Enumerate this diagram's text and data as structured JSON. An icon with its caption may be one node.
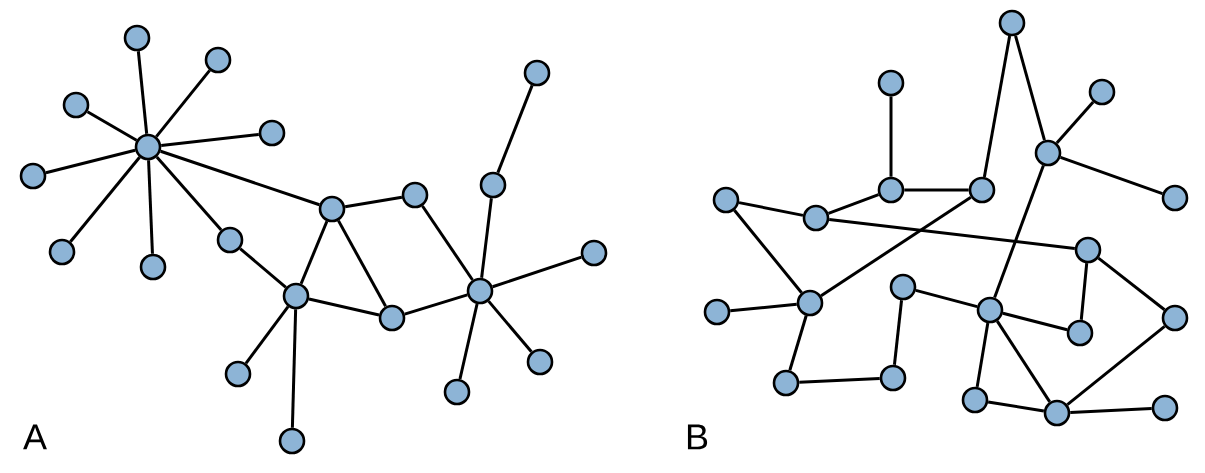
{
  "diagram": {
    "nodes": [
      {
        "text": [],
        "shape": "circle"
      },
      {
        "text": [],
        "shape": "circle"
      },
      {
        "text": [],
        "shape": "circle"
      },
      {
        "text": [],
        "shape": "circle"
      },
      {
        "text": [],
        "shape": "circle"
      },
      {
        "text": [],
        "shape": "circle"
      },
      {
        "text": [],
        "shape": "circle"
      },
      {
        "text": [],
        "shape": "circle"
      },
      {
        "text": [],
        "shape": "circle"
      },
      {
        "text": [],
        "shape": "circle"
      },
      {
        "text": [],
        "shape": "circle"
      },
      {
        "text": [],
        "shape": "circle"
      },
      {
        "text": [],
        "shape": "circle"
      },
      {
        "text": [],
        "shape": "circle"
      },
      {
        "text": [],
        "shape": "circle"
      },
      {
        "text": [],
        "shape": "circle"
      },
      {
        "text": [],
        "shape": "circle"
      },
      {
        "text": [],
        "shape": "circle"
      },
      {
        "text": [],
        "shape": "circle"
      },
      {
        "text": [],
        "shape": "circle"
      },
      {
        "text": [],
        "shape": "circle"
      },
      {
        "text": [],
        "shape": "circle"
      },
      {
        "text": [],
        "shape": "circle"
      },
      {
        "text": [],
        "shape": "circle"
      },
      {
        "text": [],
        "shape": "circle"
      },
      {
        "text": [],
        "shape": "circle"
      },
      {
        "text": [],
        "shape": "circle"
      },
      {
        "text": [],
        "shape": "circle"
      },
      {
        "text": [],
        "shape": "circle"
      },
      {
        "text": [],
        "shape": "circle"
      },
      {
        "text": [],
        "shape": "circle"
      },
      {
        "text": [],
        "shape": "circle"
      },
      {
        "text": [],
        "shape": "circle"
      },
      {
        "text": [],
        "shape": "circle"
      },
      {
        "text": [],
        "shape": "circle"
      },
      {
        "text": [],
        "shape": "circle"
      },
      {
        "text": [],
        "shape": "circle"
      },
      {
        "text": [],
        "shape": "circle"
      },
      {
        "text": [],
        "shape": "circle"
      },
      {
        "text": [],
        "shape": "circle"
      },
      {
        "text": [],
        "shape": "circle"
      },
      {
        "text": [],
        "shape": "circle"
      }
    ],
    "edges": [
      {
        "from": 4,
        "to": 3,
        "arrow": "none"
      },
      {
        "from": 4,
        "to": 6,
        "arrow": "none"
      },
      {
        "from": 4,
        "to": 2,
        "arrow": "none"
      },
      {
        "from": 4,
        "to": 9,
        "arrow": "none"
      },
      {
        "from": 4,
        "to": 0,
        "arrow": "none"
      },
      {
        "from": 4,
        "to": 1,
        "arrow": "none"
      },
      {
        "from": 4,
        "to": 5,
        "arrow": "none"
      },
      {
        "from": 4,
        "to": 7,
        "arrow": "none"
      },
      {
        "from": 4,
        "to": 12,
        "arrow": "none"
      },
      {
        "from": 7,
        "to": 11,
        "arrow": "none"
      },
      {
        "from": 12,
        "to": 14,
        "arrow": "none"
      },
      {
        "from": 12,
        "to": 11,
        "arrow": "none"
      },
      {
        "from": 12,
        "to": 13,
        "arrow": "none"
      },
      {
        "from": 11,
        "to": 13,
        "arrow": "none"
      },
      {
        "from": 11,
        "to": 8,
        "arrow": "none"
      },
      {
        "from": 11,
        "to": 10,
        "arrow": "none"
      },
      {
        "from": 13,
        "to": 16,
        "arrow": "none"
      },
      {
        "from": 14,
        "to": 16,
        "arrow": "none"
      },
      {
        "from": 17,
        "to": 16,
        "arrow": "none"
      },
      {
        "from": 17,
        "to": 18,
        "arrow": "none"
      },
      {
        "from": 16,
        "to": 20,
        "arrow": "none"
      },
      {
        "from": 16,
        "to": 19,
        "arrow": "none"
      },
      {
        "from": 16,
        "to": 15,
        "arrow": "none"
      },
      {
        "from": 33,
        "to": 31,
        "arrow": "none"
      },
      {
        "from": 33,
        "to": 34,
        "arrow": "none"
      },
      {
        "from": 34,
        "to": 38,
        "arrow": "none"
      },
      {
        "from": 34,
        "to": 41,
        "arrow": "none"
      },
      {
        "from": 34,
        "to": 32,
        "arrow": "none"
      },
      {
        "from": 26,
        "to": 27,
        "arrow": "none"
      },
      {
        "from": 27,
        "to": 25,
        "arrow": "none"
      },
      {
        "from": 27,
        "to": 31,
        "arrow": "none"
      },
      {
        "from": 25,
        "to": 22,
        "arrow": "none"
      },
      {
        "from": 25,
        "to": 37,
        "arrow": "none"
      },
      {
        "from": 22,
        "to": 24,
        "arrow": "none"
      },
      {
        "from": 31,
        "to": 24,
        "arrow": "none"
      },
      {
        "from": 21,
        "to": 24,
        "arrow": "none"
      },
      {
        "from": 24,
        "to": 23,
        "arrow": "none"
      },
      {
        "from": 23,
        "to": 28,
        "arrow": "none"
      },
      {
        "from": 28,
        "to": 29,
        "arrow": "none"
      },
      {
        "from": 29,
        "to": 32,
        "arrow": "none"
      },
      {
        "from": 32,
        "to": 36,
        "arrow": "none"
      },
      {
        "from": 32,
        "to": 30,
        "arrow": "none"
      },
      {
        "from": 32,
        "to": 35,
        "arrow": "none"
      },
      {
        "from": 37,
        "to": 36,
        "arrow": "none"
      },
      {
        "from": 37,
        "to": 40,
        "arrow": "none"
      },
      {
        "from": 40,
        "to": 35,
        "arrow": "none"
      },
      {
        "from": 30,
        "to": 35,
        "arrow": "none"
      },
      {
        "from": 35,
        "to": 39,
        "arrow": "none"
      }
    ],
    "labels": [
      "A",
      "B"
    ]
  }
}
